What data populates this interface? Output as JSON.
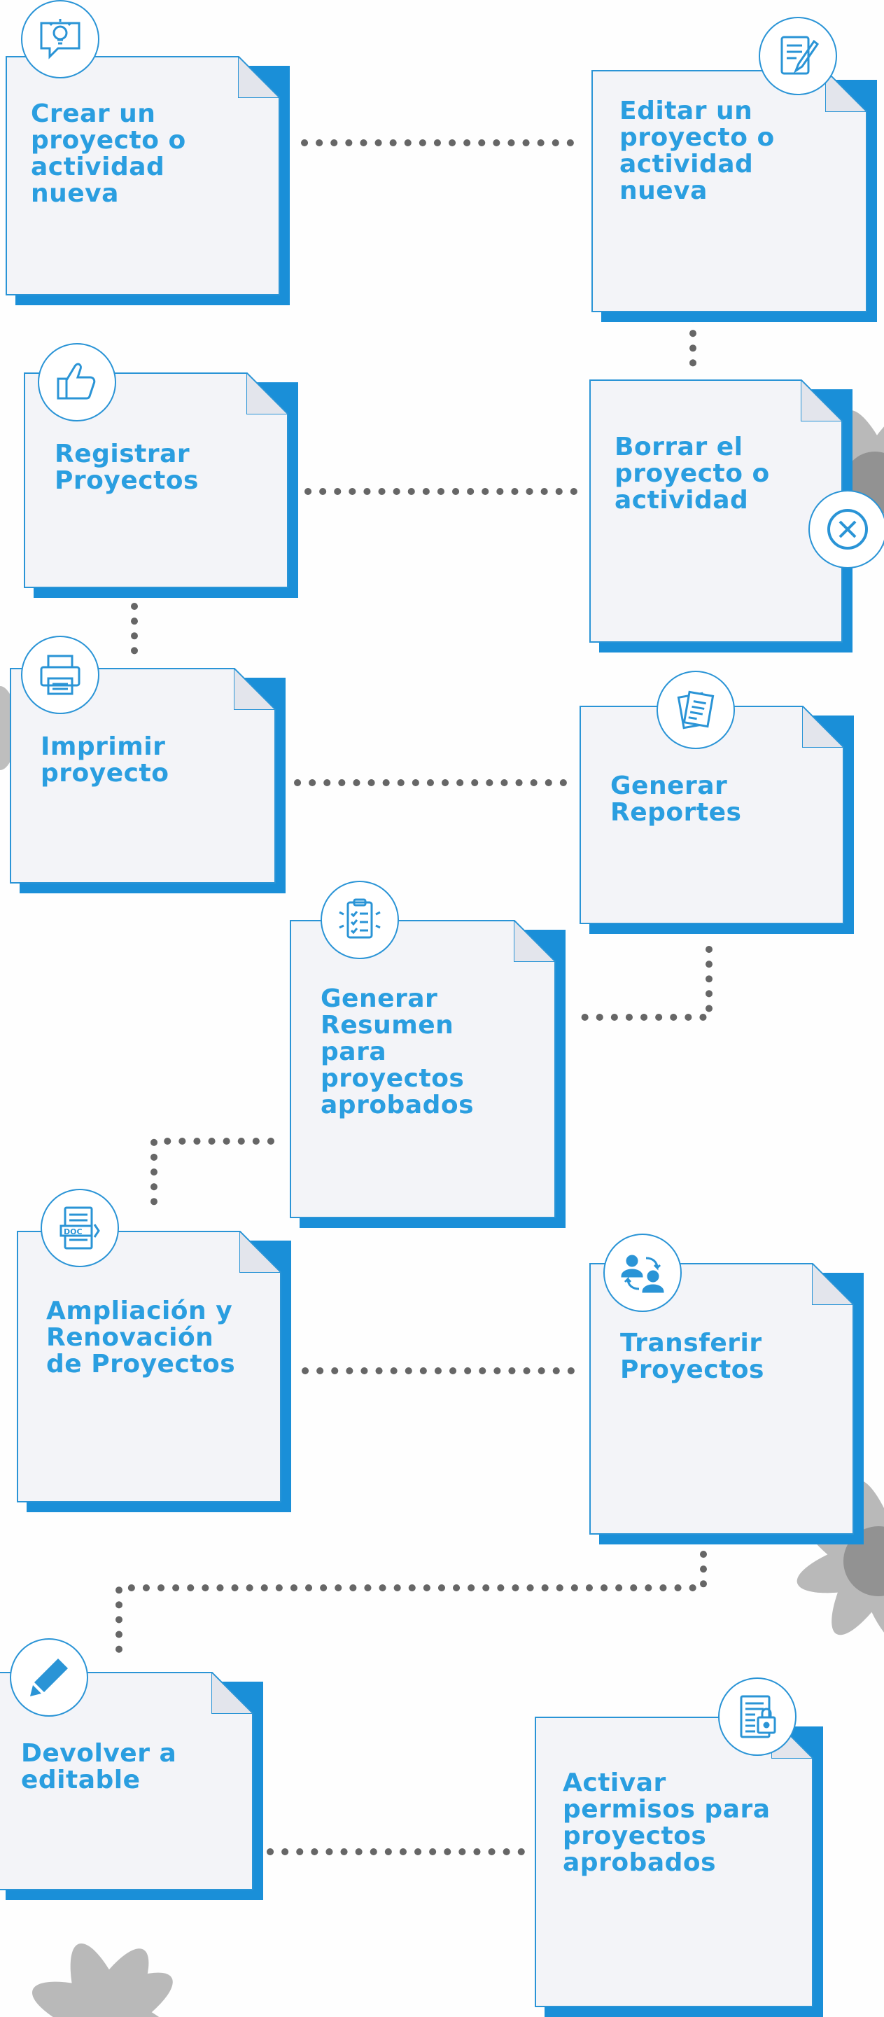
{
  "colors": {
    "accent": "#1a8fd8",
    "text": "#2a9ee0",
    "card": "#f3f4f8",
    "connector": "#666666",
    "flower": "#9a9a9a"
  },
  "steps": [
    {
      "label": "Crear un\nproyecto o\nactividad\nnueva",
      "icon": "lightbulb-chat-icon"
    },
    {
      "label": "Editar un\nproyecto o\nactividad\nnueva",
      "icon": "document-edit-icon"
    },
    {
      "label": "Registrar\nProyectos",
      "icon": "thumbs-up-icon"
    },
    {
      "label": "Borrar el\nproyecto o\nactividad",
      "icon": "close-circle-icon"
    },
    {
      "label": "Imprimir\nproyecto",
      "icon": "printer-icon"
    },
    {
      "label": "Generar\nReportes",
      "icon": "report-pages-icon"
    },
    {
      "label": "Generar\nResumen\npara\nproyectos\naprobados",
      "icon": "clipboard-checklist-icon"
    },
    {
      "label": "Ampliación y\nRenovación\nde Proyectos",
      "icon": "doc-file-icon"
    },
    {
      "label": "Transferir\nProyectos",
      "icon": "user-transfer-icon"
    },
    {
      "label": "Devolver a\neditable",
      "icon": "pencil-icon"
    },
    {
      "label": "Activar\npermisos para\nproyectos\naprobados",
      "icon": "locked-document-icon"
    }
  ]
}
